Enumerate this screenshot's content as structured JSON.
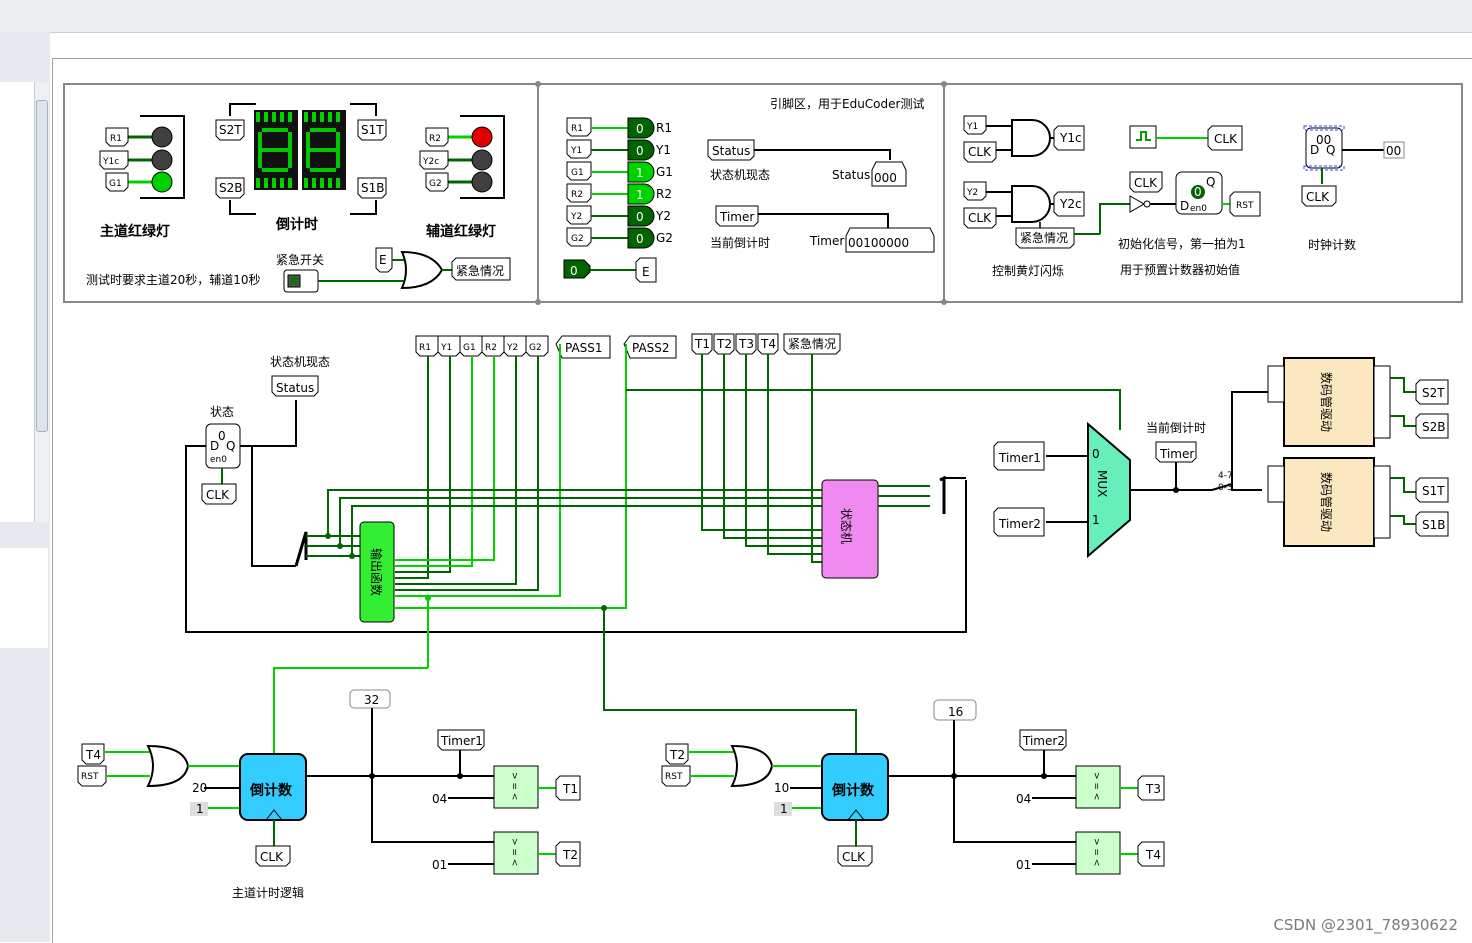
{
  "labels": {
    "main_light_title": "主道红绿灯",
    "aux_light_title": "辅道红绿灯",
    "countdown_title": "倒计时",
    "test_note": "测试时要求主道20秒，辅道10秒",
    "emergency_switch": "紧急开关",
    "pin_area": "引脚区，用于EduCoder测试",
    "state_current": "状态机现态",
    "current_countdown": "当前倒计时",
    "yellow_blink": "控制黄灯闪烁",
    "init_signal": "初始化信号，第一拍为1",
    "preset_init": "用于预置计数器初始值",
    "clock_count": "时钟计数",
    "state_current2": "状态机现态",
    "state_label": "状态",
    "current_countdown2": "当前倒计时",
    "main_timer_logic": "主道计时逻辑",
    "output_func": "输出函数",
    "state_machine": "状态机",
    "mux": "MUX",
    "seg_driver": "数码管驱动",
    "down_counter": "倒计数",
    "watermark": "CSDN @2301_78930622"
  },
  "tunnels": {
    "R1": "R1",
    "Y1c": "Y1c",
    "G1": "G1",
    "R2": "R2",
    "Y2c": "Y2c",
    "G2": "G2",
    "Y1": "Y1",
    "Y2": "Y2",
    "S2T": "S2T",
    "S1T": "S1T",
    "S2B": "S2B",
    "S1B": "S1B",
    "E": "E",
    "emerg": "紧急情况",
    "Status": "Status",
    "Timer": "Timer",
    "CLK": "CLK",
    "RST": "RST",
    "PASS1": "PASS1",
    "PASS2": "PASS2",
    "T1": "T1",
    "T2": "T2",
    "T3": "T3",
    "T4": "T4",
    "Timer1": "Timer1",
    "Timer2": "Timer2"
  },
  "pin_leds": [
    {
      "name": "R1",
      "value": "0"
    },
    {
      "name": "Y1",
      "value": "0"
    },
    {
      "name": "G1",
      "value": "1"
    },
    {
      "name": "R2",
      "value": "1"
    },
    {
      "name": "Y2",
      "value": "0"
    },
    {
      "name": "G2",
      "value": "0"
    }
  ],
  "values": {
    "status_probe": "000",
    "timer_probe": "00100000",
    "e_pin": "0",
    "clk_count": "00",
    "const_32": "32",
    "const_16": "16",
    "c20": "20",
    "c10": "10",
    "c1a": "1",
    "c1b": "1",
    "c04a": "04",
    "c01a": "01",
    "c04b": "04",
    "c01b": "01",
    "reg_q": "0",
    "split_47": "4-7",
    "split_03": "0-3",
    "mux0": "0",
    "mux1": "1",
    "d": "D",
    "q": "Q",
    "en": "en0",
    "init_led": "0"
  },
  "colors": {
    "wire_on": "#00d200",
    "wire_dark": "#006400",
    "bus": "#000000",
    "led_green": "#00c800",
    "led_red": "#e00000",
    "led_off": "#404040",
    "counter": "#33ccff",
    "output_func": "#33ee33",
    "state_machine": "#f08af0",
    "mux": "#66eebb",
    "seg_driver": "#fbe7c0",
    "comparator": "#ccffcc"
  }
}
